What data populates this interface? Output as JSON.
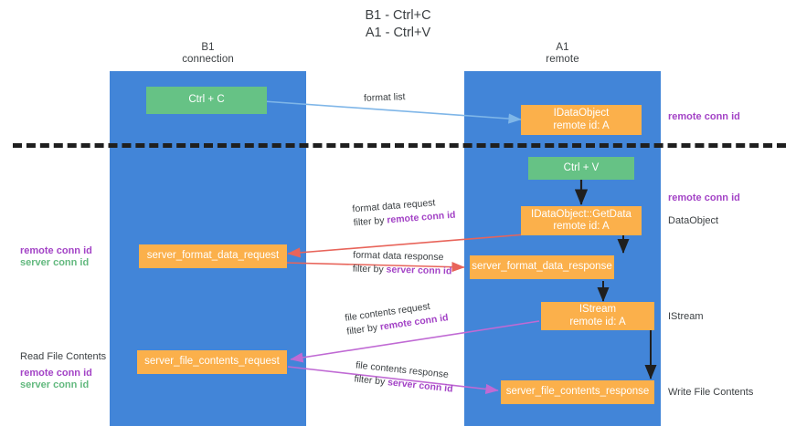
{
  "title": {
    "line1": "B1 - Ctrl+C",
    "line2": "A1 - Ctrl+V"
  },
  "lanes": [
    {
      "id": "b1",
      "name": "B1",
      "sub": "connection",
      "color": "#4285d8"
    },
    {
      "id": "a1",
      "name": "A1",
      "sub": "remote",
      "color": "#4285d8"
    }
  ],
  "colors": {
    "lane": "#4285d8",
    "green_node": "#66c285",
    "orange_node": "#fbb04b",
    "remote_conn_id": "#a343c6",
    "server_conn_id": "#63b97f",
    "arrow_blue": "#7fb6e8",
    "arrow_red": "#e8645a",
    "arrow_purple": "#c06ad4",
    "arrow_black": "#1f1f1f",
    "divider": "#1f1f1f",
    "text": "#3c4043"
  },
  "nodes": [
    {
      "id": "ctrl-c",
      "lane": "b1",
      "type": "green",
      "line1": "Ctrl + C",
      "line2": ""
    },
    {
      "id": "idataobject",
      "lane": "a1",
      "type": "orange",
      "line1": "IDataObject",
      "line2": "remote id: A"
    },
    {
      "id": "ctrl-v",
      "lane": "a1",
      "type": "green",
      "line1": "Ctrl + V",
      "line2": ""
    },
    {
      "id": "idataobject-getdata",
      "lane": "a1",
      "type": "orange",
      "line1": "IDataObject::GetData",
      "line2": "remote id: A"
    },
    {
      "id": "server-format-data-request",
      "lane": "b1",
      "type": "orange",
      "line1": "server_format_data_request",
      "line2": ""
    },
    {
      "id": "server-format-data-response",
      "lane": "a1",
      "type": "orange",
      "line1": "server_format_data_response",
      "line2": ""
    },
    {
      "id": "istream",
      "lane": "a1",
      "type": "orange",
      "line1": "IStream",
      "line2": "remote id: A"
    },
    {
      "id": "server-file-contents-request",
      "lane": "b1",
      "type": "orange",
      "line1": "server_file_contents_request",
      "line2": ""
    },
    {
      "id": "server-file-contents-response",
      "lane": "a1",
      "type": "orange",
      "line1": "server_file_contents_response",
      "line2": ""
    }
  ],
  "edge_labels": [
    {
      "id": "format-list",
      "text": "format list",
      "filter_prefix": "",
      "filter_key": ""
    },
    {
      "id": "format-data-request",
      "text": "format data request",
      "filter_prefix": "filter by ",
      "filter_key": "remote conn id"
    },
    {
      "id": "format-data-response",
      "text": "format data response",
      "filter_prefix": "filter by ",
      "filter_key": "server conn id"
    },
    {
      "id": "file-contents-request",
      "text": "file contents request",
      "filter_prefix": "filter by ",
      "filter_key": "remote conn id"
    },
    {
      "id": "file-contents-response",
      "text": "file contents response",
      "filter_prefix": "filter by ",
      "filter_key": "server conn id"
    }
  ],
  "right_labels": [
    {
      "id": "right-remote-conn-id-1",
      "text": "remote conn id",
      "style": "purple"
    },
    {
      "id": "right-remote-conn-id-2",
      "text": "remote conn id",
      "style": "purple"
    },
    {
      "id": "right-dataobject",
      "text": "DataObject",
      "style": "plain"
    },
    {
      "id": "right-istream",
      "text": "IStream",
      "style": "plain"
    },
    {
      "id": "right-write-file",
      "text": "Write File Contents",
      "style": "plain"
    }
  ],
  "left_labels": [
    {
      "id": "left-remote-conn-id-1",
      "text": "remote conn id",
      "style": "purple"
    },
    {
      "id": "left-server-conn-id-1",
      "text": "server conn id",
      "style": "green"
    },
    {
      "id": "left-read-file",
      "text": "Read File Contents",
      "style": "plain"
    },
    {
      "id": "left-remote-conn-id-2",
      "text": "remote conn id",
      "style": "purple"
    },
    {
      "id": "left-server-conn-id-2",
      "text": "server conn id",
      "style": "green"
    }
  ]
}
